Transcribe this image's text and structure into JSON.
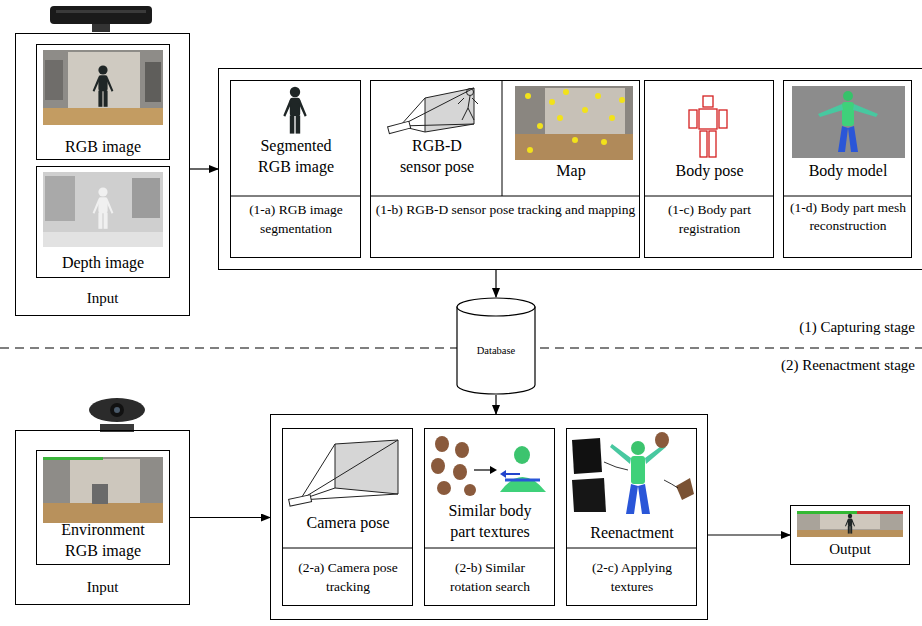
{
  "diagram": {
    "nodes": [
      {
        "text": [
          "Input"
        ]
      },
      {
        "text": [
          "RGB image"
        ],
        "in": 0
      },
      {
        "text": [
          "Depth image"
        ],
        "in": 0
      },
      {
        "text": []
      },
      {
        "text": [
          "Segmented RGB image",
          "(1-a) RGB image segmentation"
        ],
        "in": 3
      },
      {
        "text": [
          "RGB-D sensor pose",
          "Map",
          "(1-b) RGB-D sensor pose tracking and mapping"
        ],
        "in": 3
      },
      {
        "text": [
          "Body pose",
          "(1-c) Body part registration"
        ],
        "in": 3
      },
      {
        "text": [
          "Body model",
          "(1-d) Body part mesh reconstruction"
        ],
        "in": 3
      },
      {
        "text": [
          "Database"
        ]
      },
      {
        "text": [
          "Input"
        ]
      },
      {
        "text": [
          "Environment RGB image"
        ],
        "in": 9
      },
      {
        "text": []
      },
      {
        "text": [
          "Camera pose",
          "(2-a) Camera pose tracking"
        ],
        "in": 11
      },
      {
        "text": [
          "Similar body part textures",
          "(2-b) Similar rotation search"
        ],
        "in": 11
      },
      {
        "text": [
          "Reenactment",
          "(2-c) Applying textures"
        ],
        "in": 11
      },
      {
        "text": [
          "Output"
        ]
      }
    ],
    "edges": [
      {
        "from": 0,
        "to": 3,
        "arrow": "to"
      },
      {
        "from": 3,
        "to": 8,
        "arrow": "to"
      },
      {
        "from": 8,
        "to": 11,
        "arrow": "to"
      },
      {
        "from": 9,
        "to": 11,
        "arrow": "to"
      },
      {
        "from": 11,
        "to": 15,
        "arrow": "to"
      }
    ],
    "labels": [
      "(1) Capturing stage",
      "(2) Reenactment stage"
    ]
  }
}
